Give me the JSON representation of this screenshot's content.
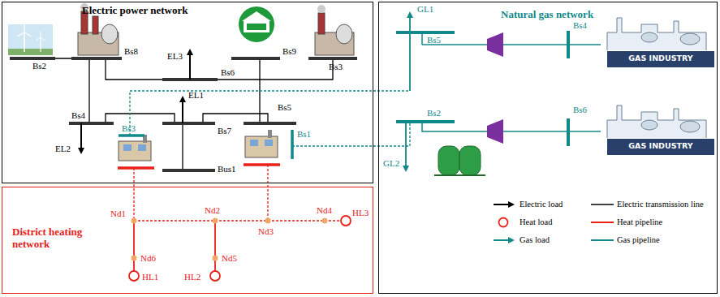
{
  "diagram": {
    "nodes": [
      {
        "text": [
          "Electric power network"
        ]
      },
      {
        "text": [
          "District heating network"
        ]
      },
      {
        "text": [
          "Natural gas network"
        ]
      }
    ],
    "labels": [
      "Bs2",
      "Bs8",
      "EL3",
      "Bs6",
      "Bs9",
      "Bs3",
      "Bs4",
      "EL1",
      "Bs7",
      "Bs5",
      "EL2",
      "Bs3",
      "Bus1",
      "Bs1",
      "Nd1",
      "Nd2",
      "Nd4",
      "Nd3",
      "HL3",
      "Nd6",
      "Nd5",
      "HL1",
      "HL2",
      "GL1",
      "Bs5",
      "Bs4",
      "GAS INDUSTRY",
      "Bs2",
      "Bs6",
      "GAS INDUSTRY",
      "GL2"
    ],
    "legend": [
      {
        "text": "Electric load"
      },
      {
        "text": "Electric transmission line"
      },
      {
        "text": "Heat load"
      },
      {
        "text": "Heat pipeline"
      },
      {
        "text": "Gas load"
      },
      {
        "text": "Gas pipeline"
      }
    ]
  }
}
